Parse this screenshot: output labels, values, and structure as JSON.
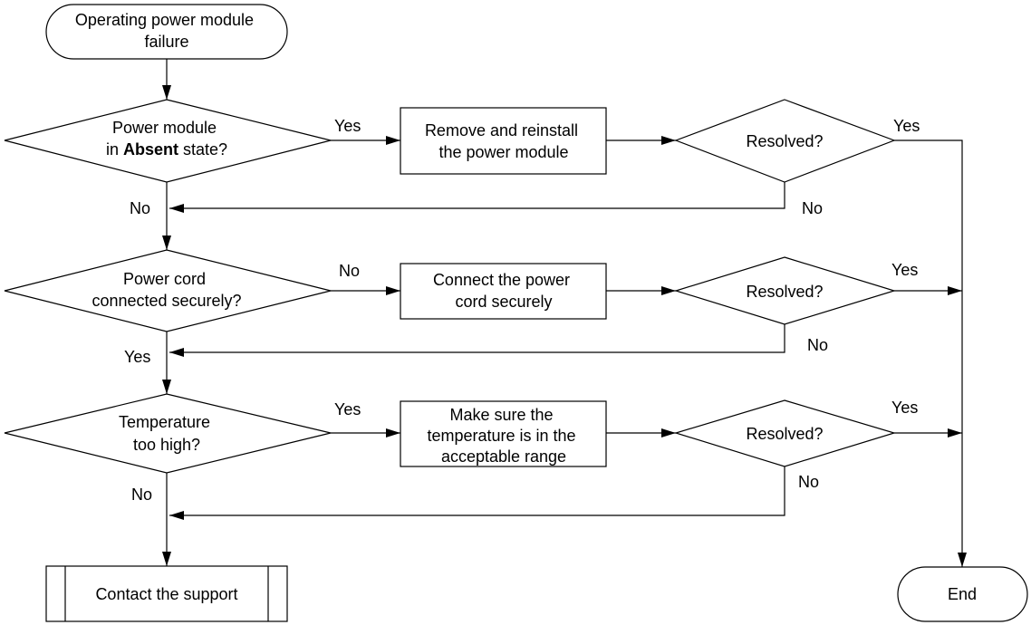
{
  "nodes": {
    "start": {
      "lines": [
        "Operating power module",
        "failure"
      ]
    },
    "q_absent": {
      "lines": [
        "Power module",
        [
          "in ",
          "Absent",
          " state?"
        ]
      ]
    },
    "a_reinstall": {
      "lines": [
        "Remove and reinstall",
        "the power module"
      ]
    },
    "r1": {
      "lines": [
        "Resolved?"
      ]
    },
    "q_cord": {
      "lines": [
        "Power cord",
        "connected securely?"
      ]
    },
    "a_cord": {
      "lines": [
        "Connect the power",
        "cord securely"
      ]
    },
    "r2": {
      "lines": [
        "Resolved?"
      ]
    },
    "q_temp": {
      "lines": [
        "Temperature",
        "too high?"
      ]
    },
    "a_temp": {
      "lines": [
        "Make sure the",
        "temperature is in the",
        "acceptable range"
      ]
    },
    "r3": {
      "lines": [
        "Resolved?"
      ]
    },
    "support": {
      "lines": [
        "Contact the support"
      ]
    },
    "end": {
      "lines": [
        "End"
      ]
    }
  },
  "edge_labels": {
    "absent_yes": "Yes",
    "absent_no": "No",
    "r1_yes": "Yes",
    "r1_no": "No",
    "cord_no": "No",
    "cord_yes": "Yes",
    "r2_yes": "Yes",
    "r2_no": "No",
    "temp_yes": "Yes",
    "temp_no": "No",
    "r3_yes": "Yes",
    "r3_no": "No"
  }
}
